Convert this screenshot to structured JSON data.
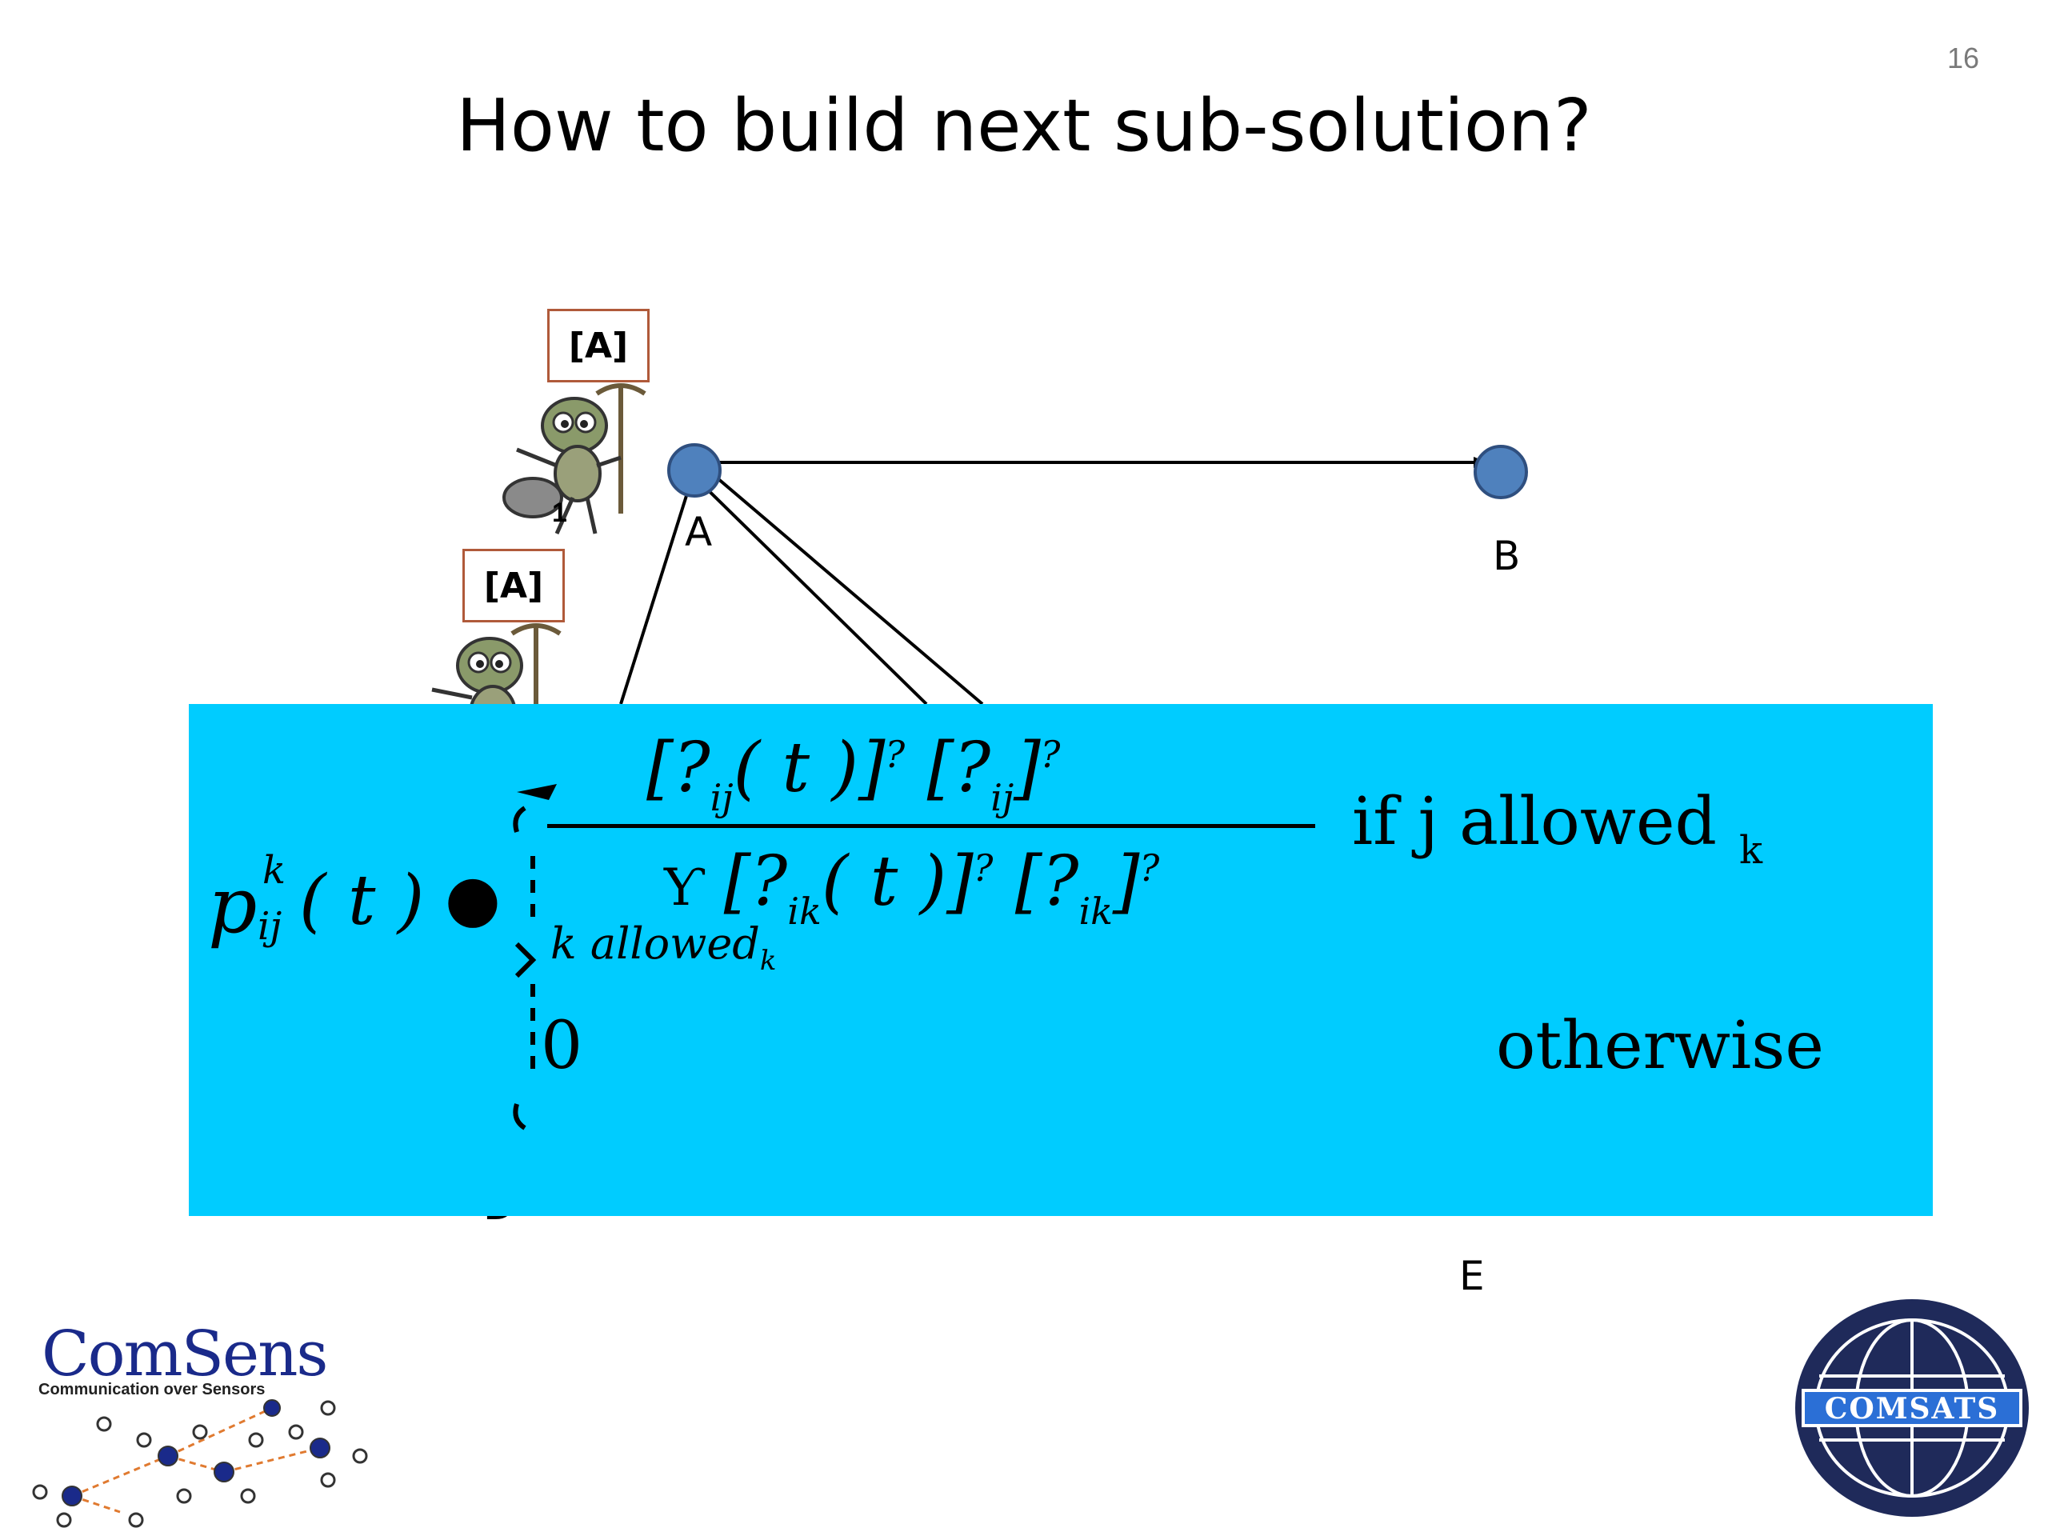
{
  "slide": {
    "number": "16",
    "title": "How to build next sub-solution?"
  },
  "graph": {
    "nodes": [
      {
        "id": "A",
        "label": "A"
      },
      {
        "id": "B",
        "label": "B"
      },
      {
        "id": "D",
        "label": "D"
      },
      {
        "id": "E",
        "label": "E"
      }
    ],
    "ants": [
      {
        "tag": "[A]",
        "number": "1"
      },
      {
        "tag": "[A]",
        "number": ""
      }
    ],
    "colors": {
      "node_fill": "#4f81bd",
      "node_stroke": "#2f4f7f",
      "edge": "#000000",
      "tag_border": "#b05a3a"
    }
  },
  "formula": {
    "lhs_p": "p",
    "lhs_sup": "k",
    "lhs_sub": "ij",
    "lhs_t": "( t )",
    "equals_glyph": "●",
    "num_open": "[",
    "num_sym1": "?",
    "num_sub1": "ij",
    "num_arg1": "( t )]",
    "num_exp1": "?",
    "num_open2": "[",
    "num_sym2": "?",
    "num_sub2": "ij",
    "num_close2": "]",
    "num_exp2": "?",
    "den_sigma": "Ƴ",
    "den_open": "[",
    "den_sym1": "?",
    "den_sub1": "ik",
    "den_arg1": "( t )]",
    "den_exp1": "?",
    "den_open2": "[",
    "den_sym2": "?",
    "den_sub2": "ik",
    "den_close2": "]",
    "den_exp2": "?",
    "sum_under": "k allowed",
    "sum_under_sub": "k",
    "if_clause": "if  j  allowed",
    "if_sub": "k",
    "zero": "0",
    "otherwise": "otherwise",
    "panel_color": "#00ccff"
  },
  "logos": {
    "comsens_name": "ComSens",
    "comsens_tagline": "Communication over Sensors",
    "comsats_name": "COMSATS"
  }
}
